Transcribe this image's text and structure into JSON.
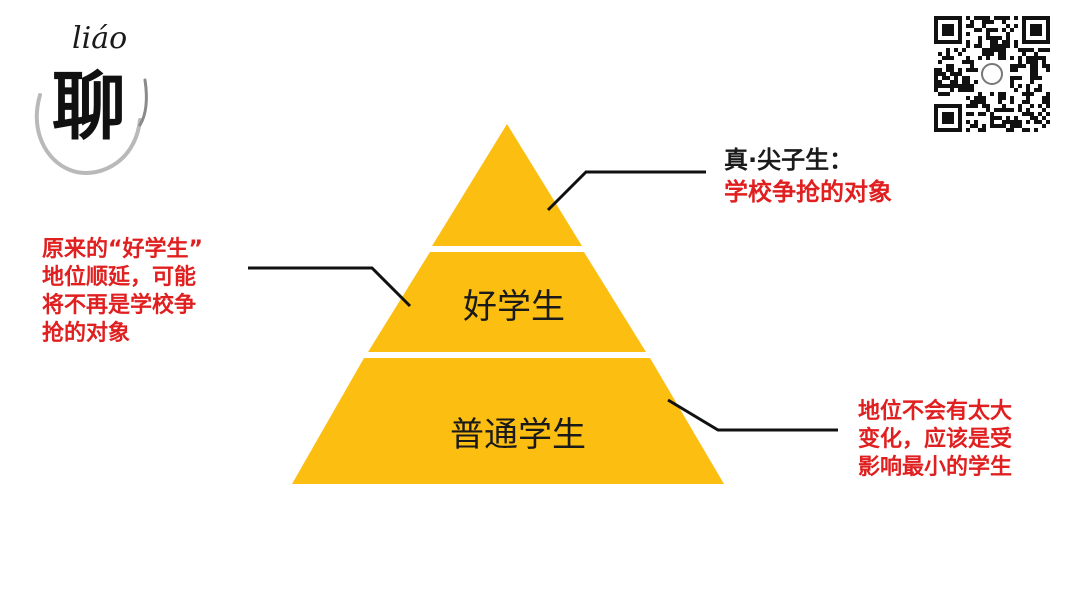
{
  "logo": {
    "pinyin": "liáo",
    "character": "聊"
  },
  "pyramid": {
    "tiers": [
      {
        "label": ""
      },
      {
        "label": "好学生"
      },
      {
        "label": "普通学生"
      }
    ]
  },
  "annotations": {
    "top": {
      "title": "真·尖子生：",
      "detail": "学校争抢的对象"
    },
    "middle": {
      "lines": [
        "原来的“好学生”",
        "地位顺延，可能",
        "将不再是学校争",
        "抢的对象"
      ]
    },
    "bottom": {
      "lines": [
        "地位不会有太大",
        "变化，应该是受",
        "影响最小的学生"
      ]
    }
  },
  "colors": {
    "pyramid": "#fdbe12",
    "accent_red": "#e02020",
    "text_dark": "#1a1a1a"
  },
  "icons": {
    "qr": "qr-code-icon",
    "logo": "brush-circle-logo"
  }
}
